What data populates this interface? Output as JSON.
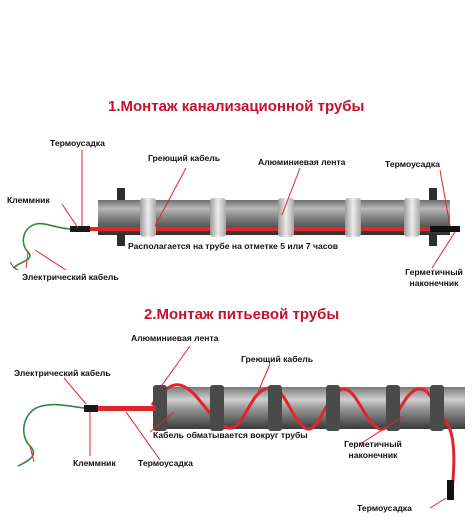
{
  "section1": {
    "title": "1.Монтаж канализационной трубы",
    "labels": {
      "heat_shrink_left": "Термоусадка",
      "heating_cable": "Греющий кабель",
      "aluminum_tape": "Алюминиевая лента",
      "heat_shrink_right": "Термоусадка",
      "terminal": "Клеммник",
      "placement_note": "Располагается на трубе на отметке 5 или 7 часов",
      "electric_cable": "Электрический кабель",
      "sealed_tip": "Герметичный наконечник"
    }
  },
  "section2": {
    "title": "2.Монтаж питьевой трубы",
    "labels": {
      "aluminum_tape": "Алюминиевая лента",
      "heating_cable": "Греющий кабель",
      "electric_cable": "Электрический кабель",
      "wrap_note": "Кабель обматывается вокруг трубы",
      "sealed_tip": "Герметичный наконечник",
      "terminal": "Клеммник",
      "heat_shrink_left": "Термоусадка",
      "heat_shrink_right": "Термоусадка"
    }
  },
  "colors": {
    "title_red": "#c8102e",
    "cable_red": "#e0242b",
    "pipe_dark": "#3b3b3b",
    "pipe_mid": "#8a8a8a",
    "pipe_light": "#c9c9c9",
    "tape_silver": "#d4d4d4",
    "wire_green": "#2f8a3a"
  }
}
